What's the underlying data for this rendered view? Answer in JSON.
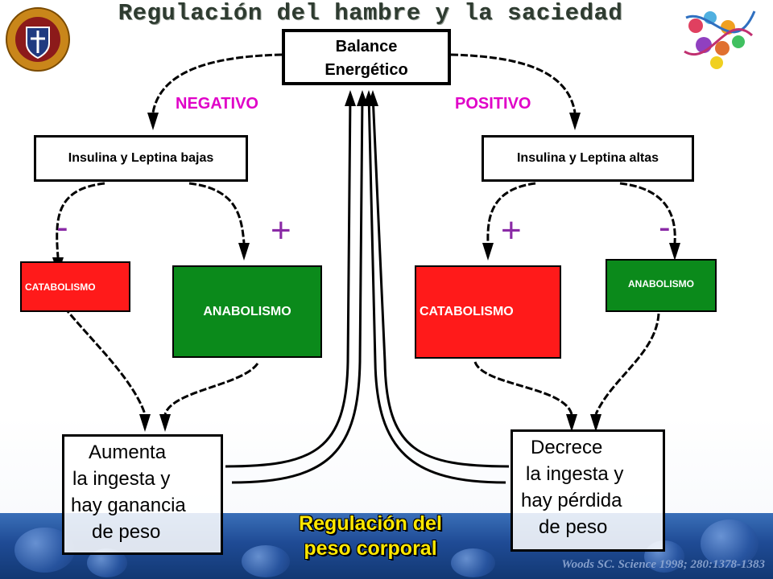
{
  "title": "Regulación del hambre y la saciedad",
  "center": {
    "line1": "Balance",
    "line2": "Energético"
  },
  "left": {
    "label": "NEGATIVO",
    "hormones": "Insulina y Leptina bajas",
    "sign_catabolism": "-",
    "sign_anabolism": "+",
    "catabolism": "CATABOLISMO",
    "anabolism": "ANABOLISMO",
    "result": [
      "Aumenta",
      "la ingesta y",
      "hay ganancia",
      "de peso"
    ]
  },
  "right": {
    "label": "POSITIVO",
    "hormones": "Insulina y Leptina altas",
    "sign_catabolism": "+",
    "sign_anabolism": "-",
    "catabolism": "CATABOLISMO",
    "anabolism": "ANABOLISMO",
    "result": [
      "Decrece",
      "la ingesta y",
      "hay pérdida",
      "de peso"
    ]
  },
  "bottom": {
    "line1": "Regulación del",
    "line2": "peso corporal"
  },
  "citation": "Woods SC. Science 1998; 280:1378-1383",
  "colors": {
    "catabolism": "#ff1a1a",
    "anabolism": "#0b8a1b",
    "label": "#e000c8",
    "band": "#1f4b95",
    "bottom_text": "#ffe800"
  },
  "logos": [
    "university-seal-logo",
    "dna-molecule-logo"
  ]
}
